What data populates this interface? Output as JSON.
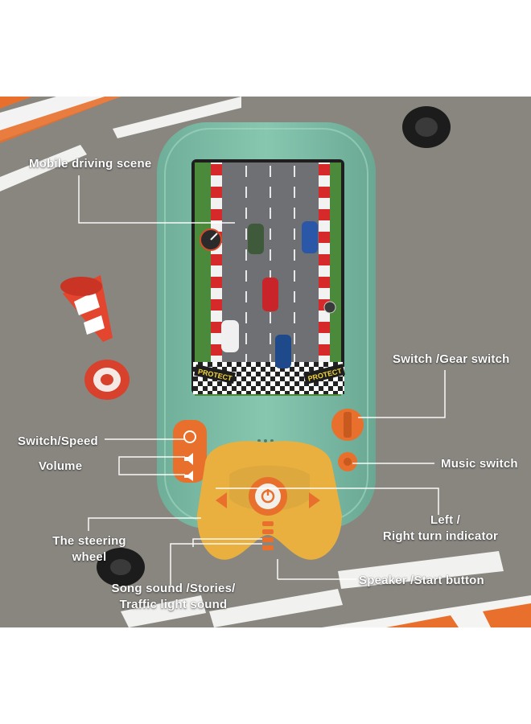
{
  "colors": {
    "background": "#8d8a84",
    "toy_body": "#7fbfa8",
    "accent_orange": "#e8702c",
    "steering_wheel": "#e9b03f",
    "road": "#6e7074",
    "grass": "#4b8a3a"
  },
  "labels": {
    "mobile_driving_scene": "Mobile driving scene",
    "switch_gear": "Switch /Gear switch",
    "switch_speed": "Switch/Speed",
    "volume": "Volume",
    "music_switch": "Music switch",
    "steering_wheel_line1": "The steering",
    "steering_wheel_line2": "wheel",
    "turn_indicator_line1": "Left /",
    "turn_indicator_line2": "Right turn indicator",
    "song_sound_line1": "Song sound /Stories/",
    "song_sound_line2": "Traffic light sound",
    "speaker_start": "Speaker /Start button"
  },
  "screen_signs": {
    "protect_left": "PROTECT",
    "protect_right": "PROTECT"
  },
  "icons": [
    "refresh-icon",
    "volume-up-icon",
    "volume-down-icon",
    "power-icon",
    "speedometer-icon",
    "music-knob-icon",
    "gear-knob-icon"
  ]
}
